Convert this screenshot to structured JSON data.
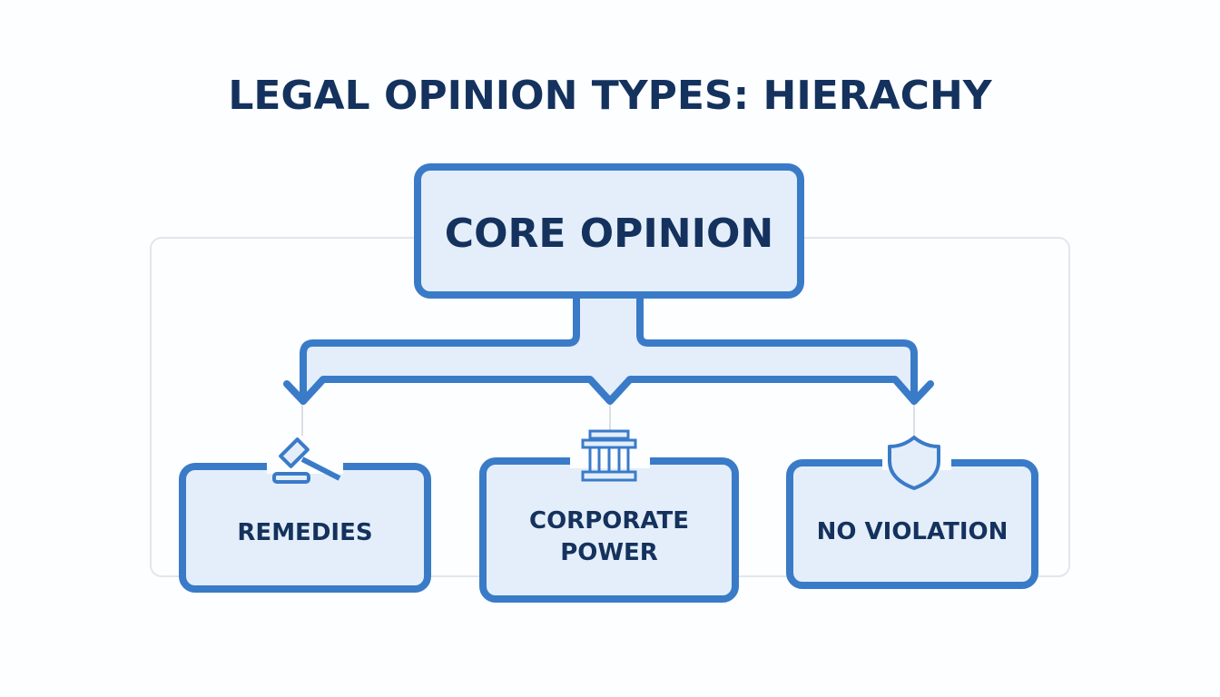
{
  "title": "LEGAL OPINION TYPES: HIERACHY",
  "root": {
    "label": "CORE OPINION"
  },
  "children": [
    {
      "label_lines": [
        "REMEDIES"
      ],
      "icon": "gavel-icon"
    },
    {
      "label_lines": [
        "CORPORATE",
        "POWER"
      ],
      "icon": "courthouse-columns-icon"
    },
    {
      "label_lines": [
        "NO VIOLATION"
      ],
      "icon": "shield-icon"
    }
  ],
  "colors": {
    "stroke": "#3a7bc8",
    "fill": "#e4eefa",
    "text": "#14325d",
    "frame": "#e3e6ea"
  }
}
